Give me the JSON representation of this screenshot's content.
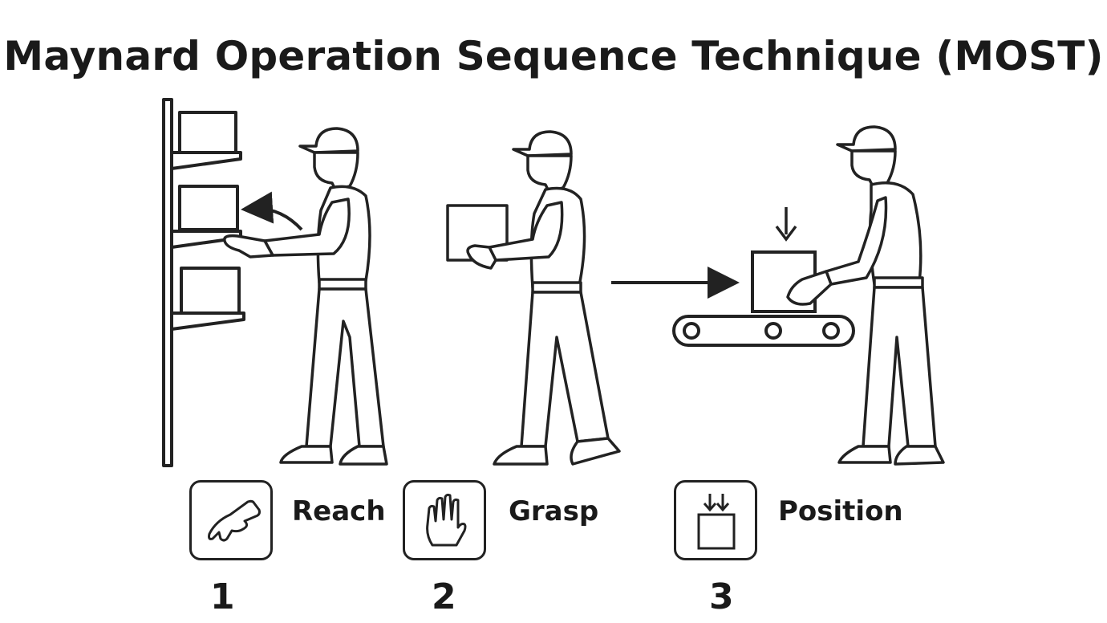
{
  "title": "Maynard Operation Sequence Technique (MOST)",
  "steps": [
    {
      "label": "Reach",
      "number": "1",
      "icon": "reaching-hand-icon"
    },
    {
      "label": "Grasp",
      "number": "2",
      "icon": "open-hand-icon"
    },
    {
      "label": "Position",
      "number": "3",
      "icon": "position-down-icon"
    }
  ],
  "colors": {
    "ink": "#222222",
    "background": "#ffffff"
  }
}
